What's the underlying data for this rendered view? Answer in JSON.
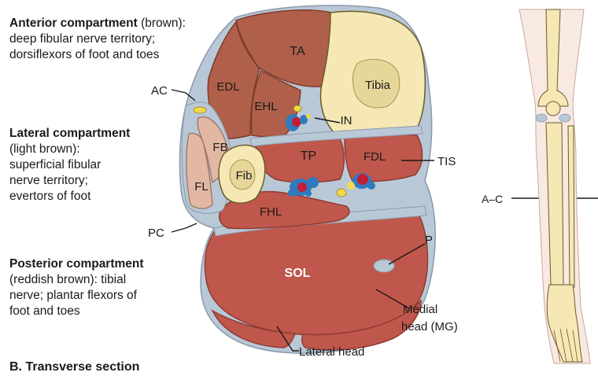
{
  "notes": {
    "anterior": {
      "title": "Anterior compartment",
      "qualifier": " (brown):",
      "line2": "deep fibular nerve territory;",
      "line3": "dorsiflexors of foot and toes"
    },
    "lateral": {
      "title": "Lateral compartment",
      "line2": "(light brown):",
      "line3": "superficial fibular",
      "line4": "nerve territory;",
      "line5": "evertors of foot"
    },
    "posterior": {
      "title": "Posterior compartment",
      "line2": "(reddish brown): tibial",
      "line3": "nerve; plantar flexors of",
      "line4": "foot and toes"
    }
  },
  "labels": {
    "ta": "TA",
    "edl": "EDL",
    "ehl": "EHL",
    "tibia": "Tibia",
    "in": "IN",
    "fb": "FB",
    "fib": "Fib",
    "fl": "FL",
    "tp": "TP",
    "fdl": "FDL",
    "fhl": "FHL",
    "sol": "SOL",
    "ac": "AC",
    "pc": "PC",
    "tis": "TIS",
    "p": "P",
    "medial1": "Medial",
    "medial2": "head (MG)",
    "lateral_head": "Lateral head",
    "ac_level": "A–C"
  },
  "caption": "B. Transverse section",
  "colors": {
    "anterior": "#b0604a",
    "lateral": "#e2b8a4",
    "posterior": "#c0574c",
    "fascia": "#b9c8d6",
    "bone": "#f5e8b4",
    "vein": "#2f7bbf",
    "artery": "#c21e36"
  }
}
